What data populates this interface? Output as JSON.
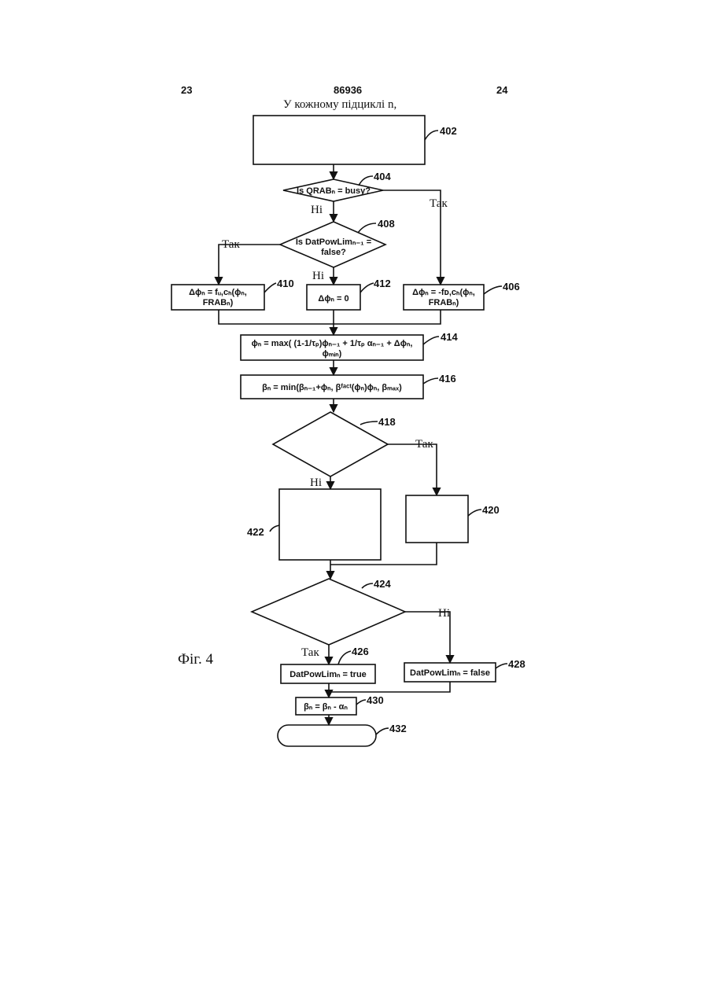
{
  "header": {
    "page_left": "23",
    "patent_number": "86936",
    "page_right": "24",
    "subtitle": "У кожному підциклі n,"
  },
  "figure_label": "Фіг. 4",
  "refs": {
    "r402": "402",
    "r404": "404",
    "r406": "406",
    "r408": "408",
    "r410": "410",
    "r412": "412",
    "r414": "414",
    "r416": "416",
    "r418": "418",
    "r420": "420",
    "r422": "422",
    "r424": "424",
    "r426": "426",
    "r428": "428",
    "r430": "430",
    "r432": "432"
  },
  "branch_labels": {
    "yes": "Так",
    "no": "Ні"
  },
  "nodes": {
    "d404": "Is QRABₙ = busy?",
    "d408_line1": "Is DatPowLimₙ₋₁ =",
    "d408_line2": "false?",
    "b410_line1": "Δϕₙ = fᵤ,ᴄₕ(ϕₙ,",
    "b410_line2": "FRABₙ)",
    "b412": "Δϕₙ = 0",
    "b406_line1": "Δϕₙ = -fᴅ,ᴄₕ(ϕₙ,",
    "b406_line2": "FRABₙ)",
    "b414_line1": "ϕₙ = max( (1-1/τₚ)ϕₙ₋₁ + 1/τₚ αₙ₋₁ + Δϕₙ,",
    "b414_line2": "ϕₘᵢₙ)",
    "b416": "βₙ = min(βₙ₋₁+ϕₙ, βᶠᵃᶜᵗ(ϕₙ)ϕₙ, βₘₐₓ)",
    "b426": "DatPowLimₙ = true",
    "b428": "DatPowLimₙ = false",
    "b430": "βₙ = βₙ - αₙ"
  }
}
